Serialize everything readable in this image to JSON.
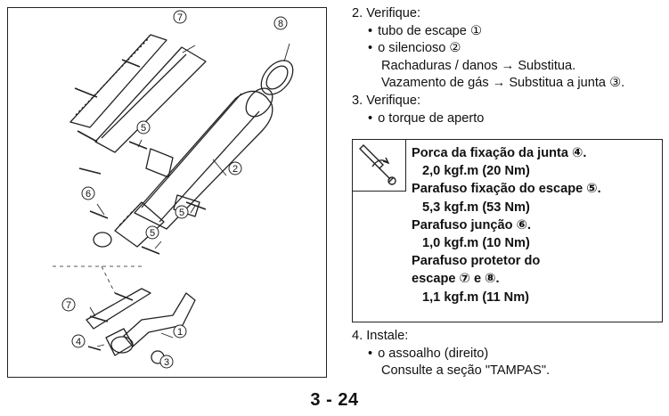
{
  "diagram": {
    "callouts": [
      "1",
      "2",
      "3",
      "4",
      "5",
      "5",
      "5",
      "6",
      "7",
      "7",
      "8"
    ]
  },
  "steps": {
    "step2": {
      "heading": "2. Verifique:",
      "item1": "tubo de escape ①",
      "item2": "o silencioso ②",
      "note1": "Rachaduras / danos → Substitua.",
      "note2": "Vazamento de gás → Substitua a junta ③."
    },
    "step3": {
      "heading": "3. Verifique:",
      "item1": "o torque de aperto"
    },
    "step4": {
      "heading": "4. Instale:",
      "item1": "o assoalho (direito)",
      "note1": "Consulte a seção \"TAMPAS\"."
    }
  },
  "torque_box": {
    "icon": "torque-wrench-icon",
    "lines": [
      {
        "text": "Porca da fixação da junta ④.",
        "type": "label"
      },
      {
        "text": "2,0 kgf.m (20 Nm)",
        "type": "val"
      },
      {
        "text": "Parafuso fixação do escape ⑤.",
        "type": "label"
      },
      {
        "text": "5,3 kgf.m (53 Nm)",
        "type": "val"
      },
      {
        "text": "Parafuso junção ⑥.",
        "type": "label"
      },
      {
        "text": "1,0 kgf.m (10 Nm)",
        "type": "val"
      },
      {
        "text": "Parafuso protetor do",
        "type": "label"
      },
      {
        "text": "escape ⑦ e ⑧.",
        "type": "label"
      },
      {
        "text": "1,1 kgf.m (11 Nm)",
        "type": "val"
      }
    ]
  },
  "page_number": "3 - 24"
}
